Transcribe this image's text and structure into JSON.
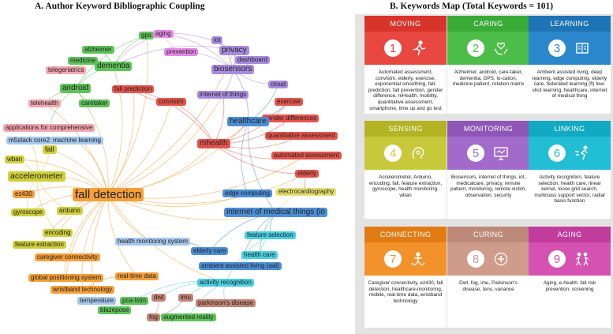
{
  "panel_a_title": "A. Author Keyword Bibliographic Coupling",
  "panel_b_title": "B. Keywords Map (Total Keywords = 101)",
  "network": {
    "nodes": [
      {
        "label": "fall detection",
        "cluster": "orange"
      },
      {
        "label": "accelerometer",
        "cluster": "olive"
      },
      {
        "label": "gyroscope",
        "cluster": "olive"
      },
      {
        "label": "arduino",
        "cluster": "olive"
      },
      {
        "label": "encoding",
        "cluster": "olive"
      },
      {
        "label": "feature extraction",
        "cluster": "olive"
      },
      {
        "label": "wban",
        "cluster": "olive"
      },
      {
        "label": "fall",
        "cluster": "olive"
      },
      {
        "label": "ez430",
        "cluster": "orange"
      },
      {
        "label": "caregiver connectivity",
        "cluster": "orange"
      },
      {
        "label": "global positioning system",
        "cluster": "orange"
      },
      {
        "label": "real-time data",
        "cluster": "orange"
      },
      {
        "label": "wristband technology",
        "cluster": "orange"
      },
      {
        "label": "m5stack core2",
        "cluster": "lightblue"
      },
      {
        "label": "machine learning",
        "cluster": "lightblue"
      },
      {
        "label": "health monitoring system",
        "cluster": "lightblue"
      },
      {
        "label": "temperature",
        "cluster": "lightblue"
      },
      {
        "label": "applications for comprehensive",
        "cluster": "pink"
      },
      {
        "label": "telehealth",
        "cluster": "pink"
      },
      {
        "label": "telegeriatrics",
        "cluster": "pink"
      },
      {
        "label": "android",
        "cluster": "green"
      },
      {
        "label": "caretaker",
        "cluster": "green"
      },
      {
        "label": "dementia",
        "cluster": "green"
      },
      {
        "label": "medicine",
        "cluster": "green"
      },
      {
        "label": "alzheimer",
        "cluster": "green"
      },
      {
        "label": "gps",
        "cluster": "green"
      },
      {
        "label": "pca-lstm",
        "cluster": "green"
      },
      {
        "label": "blazepose",
        "cluster": "green"
      },
      {
        "label": "augmented reality",
        "cluster": "green"
      },
      {
        "label": "aging",
        "cluster": "magenta"
      },
      {
        "label": "prevention",
        "cluster": "magenta"
      },
      {
        "label": "iot",
        "cluster": "purple"
      },
      {
        "label": "privacy",
        "cluster": "purple"
      },
      {
        "label": "dashboard",
        "cluster": "purple"
      },
      {
        "label": "biosensors",
        "cluster": "purple"
      },
      {
        "label": "cloud",
        "cluster": "purple"
      },
      {
        "label": "internet of things",
        "cluster": "purple"
      },
      {
        "label": "fall prediction",
        "cluster": "red"
      },
      {
        "label": "convlstm",
        "cluster": "red"
      },
      {
        "label": "mhealth",
        "cluster": "red"
      },
      {
        "label": "exercise",
        "cluster": "red"
      },
      {
        "label": "gender differences",
        "cluster": "red"
      },
      {
        "label": "quantitative assessment",
        "cluster": "red"
      },
      {
        "label": "automated assessment",
        "cluster": "red"
      },
      {
        "label": "elderly",
        "cluster": "red"
      },
      {
        "label": "healthcare",
        "cluster": "blue"
      },
      {
        "label": "edge computing",
        "cluster": "blue"
      },
      {
        "label": "internet of medical things (io",
        "cluster": "blue"
      },
      {
        "label": "elderly care",
        "cluster": "blue"
      },
      {
        "label": "ambient assisted living (aal)",
        "cluster": "blue"
      },
      {
        "label": "electrocardiography",
        "cluster": "yellow"
      },
      {
        "label": "feature selection",
        "cluster": "cyan"
      },
      {
        "label": "health care",
        "cluster": "cyan"
      },
      {
        "label": "activity recognition",
        "cluster": "cyan"
      },
      {
        "label": "dwt",
        "cluster": "brown"
      },
      {
        "label": "imu",
        "cluster": "brown"
      },
      {
        "label": "parkinson's disease",
        "cluster": "brown"
      },
      {
        "label": "fog",
        "cluster": "brown"
      }
    ],
    "cluster_colors": {
      "orange": "#f5a03a",
      "olive": "#cfcf3a",
      "lightblue": "#a6c8ee",
      "pink": "#f4a6b0",
      "green": "#5fc35a",
      "magenta": "#e58ae6",
      "purple": "#a98ce0",
      "red": "#e5544c",
      "blue": "#4d8fd6",
      "yellow": "#e5e070",
      "cyan": "#49d0e2",
      "brown": "#c58476"
    }
  },
  "categories": [
    {
      "num": "1",
      "title": "MOVING",
      "head_color": "#d9342b",
      "band_color": "#e8483f",
      "icon": "running-person-icon",
      "desc": "Automated assessment, convlstm, elderly, exercise, exponential smoothing, fall, prediction, fall prevention, gender difference, mHealth, mobility, quantitative assessment, smartphone, time up and go test"
    },
    {
      "num": "2",
      "title": "CARING",
      "head_color": "#3aaa37",
      "band_color": "#4cbd48",
      "icon": "caring-hands-icon",
      "desc": "Alzheimer, android, care-taker, dementia, GPS, lo-cation, medicine patient, rotation matrix"
    },
    {
      "num": "3",
      "title": "LEARNING",
      "head_color": "#1f74b5",
      "band_color": "#2b87cc",
      "icon": "learning-book-icon",
      "desc": "Ambient assisted living, deep learning, edge computing, elderly care, federated learning (fl) few-shot learning, healthcare, internet of medical thing"
    },
    {
      "num": "4",
      "title": "SENSING",
      "head_color": "#b3b324",
      "band_color": "#c8c83b",
      "icon": "sensing-head-icon",
      "desc": "Accelerometer, Arduino, encoding, fall, feature extraction, gyroscope, health monitoring, wban"
    },
    {
      "num": "5",
      "title": "MONITORING",
      "head_color": "#8f56b8",
      "band_color": "#a26bcb",
      "icon": "monitoring-screen-icon",
      "desc": "Biosensors, internet of things, iot, medicalcare, privacy, remote patient, monitoring, remote victim, observation, security"
    },
    {
      "num": "6",
      "title": "LINKING",
      "head_color": "#12a9c2",
      "band_color": "#22bed6",
      "icon": "linking-runner-icon",
      "desc": "Activity recognition, feature selection, health care, linear kernel, loose grid search, multiclass support vector, radial basis function"
    },
    {
      "num": "7",
      "title": "CONNECTING",
      "head_color": "#e27c12",
      "band_color": "#f3912a",
      "icon": "connecting-person-icon",
      "desc": "Caregiver connectivity, ez430, fall detection, healthcare-monitoring, mobile, real-time data, wristband technology"
    },
    {
      "num": "8",
      "title": "CURING",
      "head_color": "#bd8a79",
      "band_color": "#cf9c8b",
      "icon": "curing-hand-icon",
      "desc": "Dwt, fog, imu, Parkinson's disease, tens, variance"
    },
    {
      "num": "9",
      "title": "AGING",
      "head_color": "#c23c9d",
      "band_color": "#d652b2",
      "icon": "aging-people-icon",
      "desc": "Aging, e-health, fall risk prevention, screening"
    }
  ]
}
